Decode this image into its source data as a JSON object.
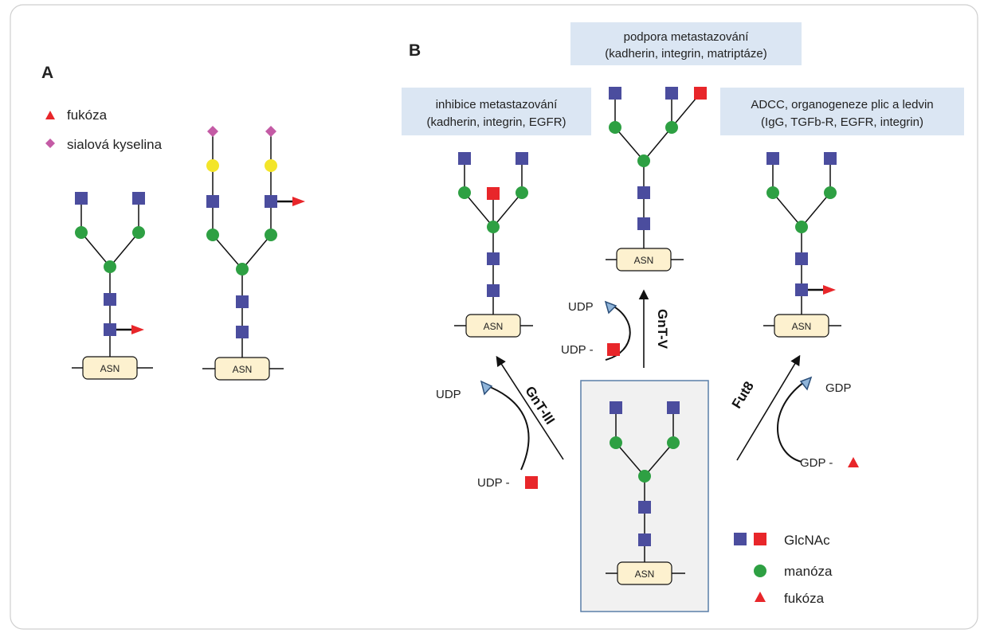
{
  "colors": {
    "glcnac_blue": "#4b4d9e",
    "glcnac_red": "#e8262a",
    "mannose": "#2ea043",
    "fucose": "#e8262a",
    "sialic": "#c45ba5",
    "galactose": "#f3e52a",
    "asn_fill": "#fdf1cf",
    "info_box": "#dbe6f3",
    "center_box": "#f1f1f1",
    "center_border": "#5a7fa8"
  },
  "panel_a": {
    "label": "A",
    "legend": [
      {
        "icon": "fucose-triangle",
        "text": "fukóza"
      },
      {
        "icon": "sialic-diamond",
        "text": "sialová kyselina"
      }
    ],
    "asn_label": "ASN"
  },
  "panel_b": {
    "label": "B",
    "asn_label": "ASN",
    "boxes": {
      "top": {
        "line1": "podpora metastazování",
        "line2": "(kadherin, integrin, matriptáze)"
      },
      "left": {
        "line1": "inhibice metastazování",
        "line2": "(kadherin, integrin, EGFR)"
      },
      "right": {
        "line1": "ADCC, organogeneze plic a ledvin",
        "line2": "(IgG, TGFb-R, EGFR, integrin)"
      }
    },
    "enzymes": {
      "left": "GnT-III",
      "middle": "GnT-V",
      "right": "Fut8"
    },
    "donors": {
      "udp_out_left": "UDP",
      "udp_in_left": "UDP -",
      "udp_out_mid": "UDP",
      "udp_in_mid": "UDP -",
      "gdp_out": "GDP",
      "gdp_in": "GDP -"
    },
    "legend": [
      {
        "icon": "glcnac-squares",
        "text": "GlcNAc"
      },
      {
        "icon": "mannose-circle",
        "text": "manóza"
      },
      {
        "icon": "fucose-triangle",
        "text": "fukóza"
      }
    ]
  }
}
